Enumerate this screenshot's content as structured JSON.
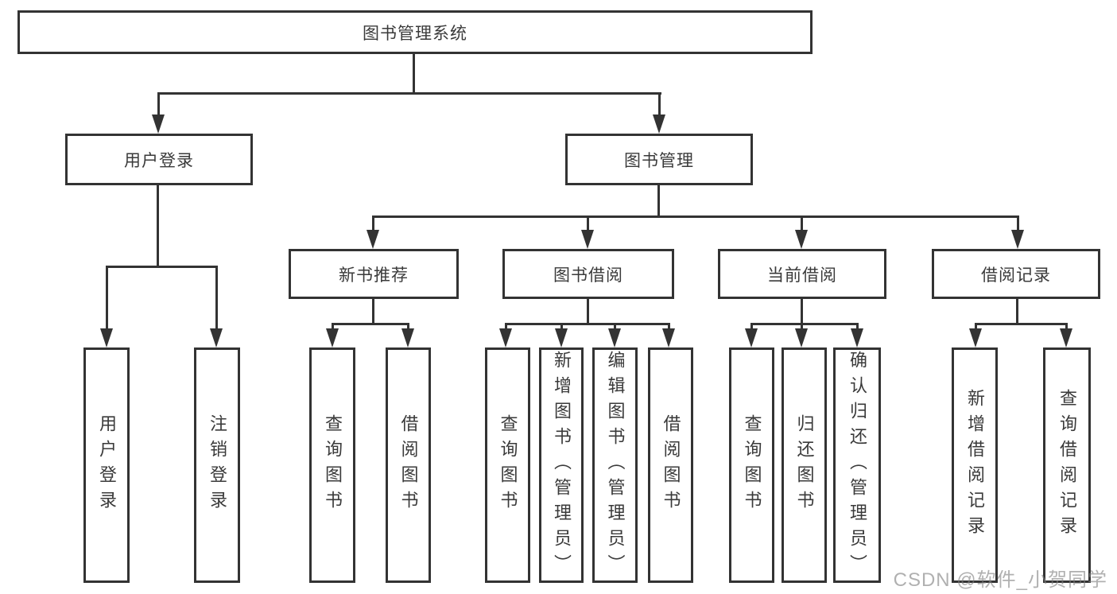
{
  "diagram": {
    "type": "tree",
    "root": {
      "label": "图书管理系统"
    },
    "branches": [
      {
        "label": "用户登录",
        "children": [
          {
            "label": "用户登录"
          },
          {
            "label": "注销登录"
          }
        ]
      },
      {
        "label": "图书管理",
        "children": [
          {
            "label": "新书推荐",
            "children": [
              {
                "label": "查询图书"
              },
              {
                "label": "借阅图书"
              }
            ]
          },
          {
            "label": "图书借阅",
            "children": [
              {
                "label": "查询图书"
              },
              {
                "label": "新增图书（管理员）"
              },
              {
                "label": "编辑图书（管理员）"
              },
              {
                "label": "借阅图书"
              }
            ]
          },
          {
            "label": "当前借阅",
            "children": [
              {
                "label": "查询图书"
              },
              {
                "label": "归还图书"
              },
              {
                "label": "确认归还（管理员）"
              }
            ]
          },
          {
            "label": "借阅记录",
            "children": [
              {
                "label": "新增借阅记录"
              },
              {
                "label": "查询借阅记录"
              }
            ]
          }
        ]
      }
    ]
  },
  "watermark": {
    "text": "CSDN @软件_小贺同学"
  },
  "colors": {
    "line": "#333333",
    "box_border": "#333333",
    "text": "#3a3a3a",
    "watermark": "#9e9e9e",
    "background": "#ffffff"
  }
}
